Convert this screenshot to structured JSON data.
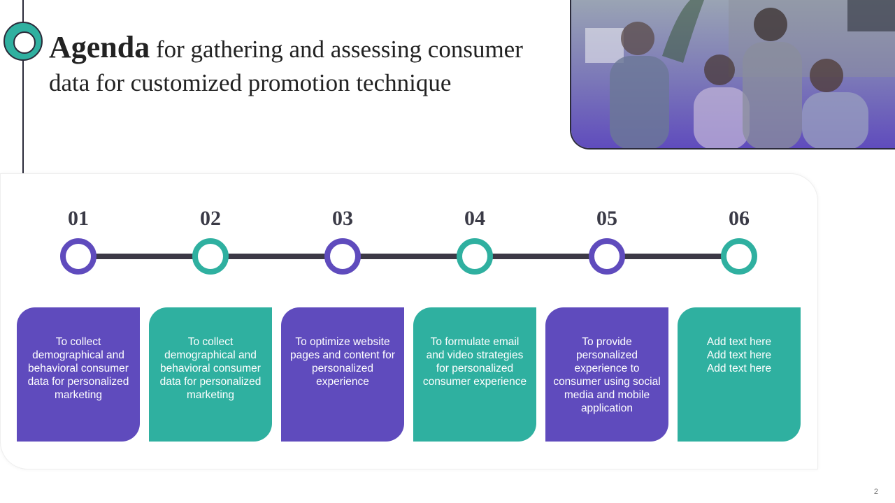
{
  "slide": {
    "title_bold": "Agenda",
    "title_rest": " for gathering and assessing consumer data for customized promotion technique",
    "page_number": "2"
  },
  "colors": {
    "purple": "#5f4bbd",
    "teal": "#2fb0a0",
    "dark": "#3c3846"
  },
  "steps": [
    {
      "number": "01",
      "text": "To collect demographical and behavioral consumer data for personalized marketing",
      "color": "purple"
    },
    {
      "number": "02",
      "text": "To collect demographical and behavioral consumer data for personalized marketing",
      "color": "teal"
    },
    {
      "number": "03",
      "text": "To optimize website pages and content for personalized experience",
      "color": "purple"
    },
    {
      "number": "04",
      "text": "To formulate email and video strategies for personalized consumer experience",
      "color": "teal"
    },
    {
      "number": "05",
      "text": "To provide personalized experience to consumer using social media and mobile application",
      "color": "purple"
    },
    {
      "number": "06",
      "text": "Add text here Add text here Add text here",
      "color": "teal"
    }
  ]
}
